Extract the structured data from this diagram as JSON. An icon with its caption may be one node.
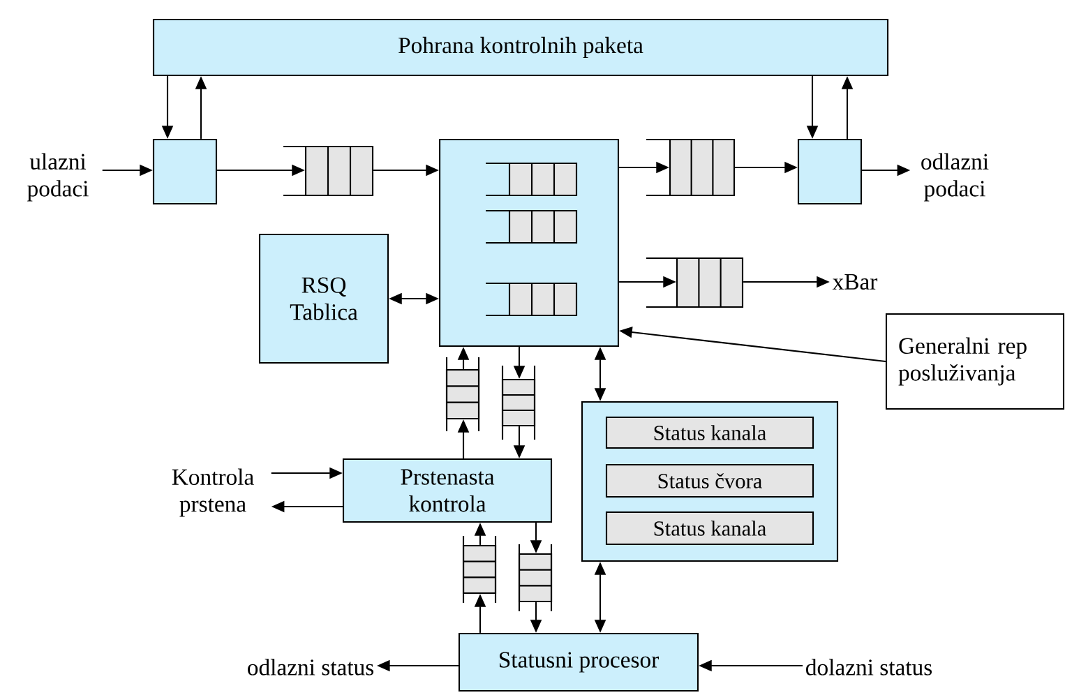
{
  "diagram": {
    "nodes": [
      {
        "text": [
          "Pohrana kontrolnih paketa"
        ]
      },
      {
        "text": [],
        "shape": "box"
      },
      {
        "text": [],
        "shape": "queue"
      },
      {
        "text": [],
        "shape": "box"
      },
      {
        "text": [],
        "shape": "queue",
        "in": 3
      },
      {
        "text": [],
        "shape": "queue",
        "in": 3
      },
      {
        "text": [],
        "shape": "queue",
        "in": 3
      },
      {
        "text": [],
        "shape": "queue"
      },
      {
        "text": [],
        "shape": "box"
      },
      {
        "text": [],
        "shape": "queue"
      },
      {
        "text": [
          "RSQ Tablica"
        ]
      },
      {
        "text": [
          "Generalni rep posluživanja"
        ]
      },
      {
        "text": [],
        "shape": "queue"
      },
      {
        "text": [],
        "shape": "queue"
      },
      {
        "text": [
          "Prstenasta kontrola"
        ]
      },
      {
        "text": [],
        "shape": "queue"
      },
      {
        "text": [],
        "shape": "queue"
      },
      {
        "text": [
          "Status kanala",
          "Status čvora",
          "Status kanala"
        ]
      },
      {
        "text": [
          "Statusni procesor"
        ]
      },
      {
        "text": [
          "ulazni podaci"
        ]
      },
      {
        "text": [
          "odlazni podaci"
        ]
      },
      {
        "text": [
          "xBar"
        ]
      },
      {
        "text": [
          "Kontrola prstena"
        ]
      },
      {
        "text": [
          "odlazni status"
        ]
      },
      {
        "text": [
          "dolazni status"
        ]
      }
    ],
    "edges": [
      {
        "from": 0,
        "to": 1,
        "arrow": "to"
      },
      {
        "from": 1,
        "to": 0,
        "arrow": "to"
      },
      {
        "from": 19,
        "to": 1,
        "arrow": "to"
      },
      {
        "from": 1,
        "to": 2,
        "arrow": "to"
      },
      {
        "from": 2,
        "to": 3,
        "arrow": "to"
      },
      {
        "from": 3,
        "to": 7,
        "arrow": "to"
      },
      {
        "from": 7,
        "to": 8,
        "arrow": "to"
      },
      {
        "from": 8,
        "to": 20,
        "arrow": "to"
      },
      {
        "from": 0,
        "to": 8,
        "arrow": "to"
      },
      {
        "from": 8,
        "to": 0,
        "arrow": "to"
      },
      {
        "from": 3,
        "to": 9,
        "arrow": "to"
      },
      {
        "from": 9,
        "to": 21,
        "arrow": "to"
      },
      {
        "from": 10,
        "to": 3,
        "arrow": "both"
      },
      {
        "from": 11,
        "to": 3,
        "arrow": "to"
      },
      {
        "from": 3,
        "to": 17,
        "arrow": "both"
      },
      {
        "from": 14,
        "to": 12,
        "arrow": "to"
      },
      {
        "from": 12,
        "to": 3,
        "arrow": "to"
      },
      {
        "from": 3,
        "to": 13,
        "arrow": "to"
      },
      {
        "from": 13,
        "to": 14,
        "arrow": "to"
      },
      {
        "from": 22,
        "to": 14,
        "arrow": "to"
      },
      {
        "from": 14,
        "to": 22,
        "arrow": "to"
      },
      {
        "from": 18,
        "to": 15,
        "arrow": "to"
      },
      {
        "from": 15,
        "to": 14,
        "arrow": "to"
      },
      {
        "from": 14,
        "to": 16,
        "arrow": "to"
      },
      {
        "from": 16,
        "to": 18,
        "arrow": "to"
      },
      {
        "from": 17,
        "to": 18,
        "arrow": "both"
      },
      {
        "from": 18,
        "to": 23,
        "arrow": "to"
      },
      {
        "from": 24,
        "to": 18,
        "arrow": "to"
      }
    ]
  }
}
